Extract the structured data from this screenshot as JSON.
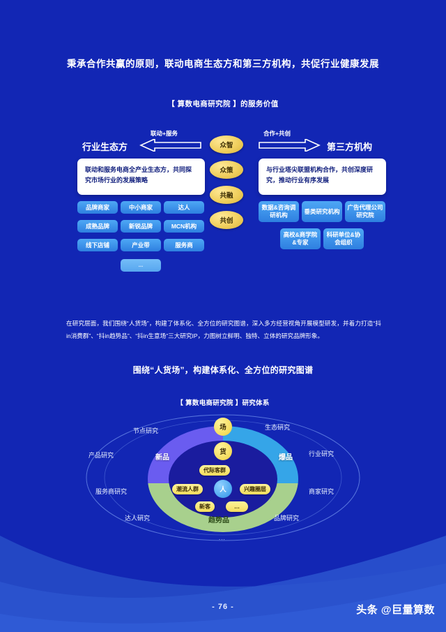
{
  "page": {
    "background_color": "#1226b4",
    "title": "秉承合作共赢的原则，联动电商生态方和第三方机构，共促行业健康发展",
    "subtitle": "【 算数电商研究院 】的服务价值",
    "page_number": "- 76 -",
    "watermark": "头条 @巨量算数"
  },
  "service_value_diagram": {
    "left": {
      "heading": "行业生态方",
      "arrow_label": "联动+服务",
      "panel_text": "联动和服务电商全产业生态方，共同探究市场行业的发展策略",
      "tags": [
        "品牌商家",
        "中小商家",
        "达人",
        "成熟品牌",
        "新锐品牌",
        "MCN机构",
        "线下店铺",
        "产业带",
        "服务商"
      ],
      "more_tag": "..."
    },
    "center_ovals": [
      "众智",
      "众策",
      "共融",
      "共创"
    ],
    "right": {
      "heading": "第三方机构",
      "arrow_label": "合作+共创",
      "panel_text": "与行业塔尖联盟机构合作，共创深度研究，推动行业有序发展",
      "tags_row1": [
        "数据&咨询调研机构",
        "垂类研究机构",
        "广告代理公司研究院"
      ],
      "tags_row2": [
        "高校&商学院&专家",
        "科研单位&协会组织"
      ]
    },
    "colors": {
      "tag_blue": "#2e7fe0",
      "oval_gold": "#f0cf5e",
      "panel_white": "#ffffff"
    }
  },
  "body_paragraph": "在研究层面，我们围绕“人货场”，构建了体系化、全方位的研究图谱，深入多方经营视角开展模型研发，并着力打造“抖in消费群”、“抖in趋势品”、“抖in生意场”三大研究IP，力图树立鲜明、独特、立体的研究品牌形象。",
  "research_section": {
    "heading": "围绕“人货场”，构建体系化、全方位的研究图谱",
    "subheading": "【 算数电商研究院 】研究体系",
    "outer_labels": [
      "节点研究",
      "生态研究",
      "产品研究",
      "行业研究",
      "服务商研究",
      "商家研究",
      "达人研究",
      "品牌研究"
    ],
    "ring_labels": [
      "新品",
      "爆品",
      "趋势品"
    ],
    "ring_colors": {
      "new_product": "#6a5cf0",
      "hot_product": "#35a5e8",
      "trend_product": "#a8d08d",
      "core": "#1a1c9e"
    },
    "node_top": "场",
    "node_mid": "货",
    "center_circle": "人",
    "center_pills": [
      "代际客群",
      "潮流人群",
      "兴趣圈层",
      "新客",
      "…"
    ],
    "bottom_dots": "..."
  }
}
